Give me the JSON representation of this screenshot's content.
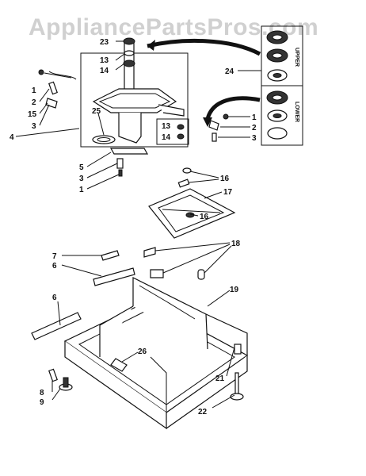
{
  "watermark": "AppliancePartsPros.com",
  "inset": {
    "upper_label": "UPPER",
    "lower_label": "LOWER"
  },
  "callouts": {
    "c23": "23",
    "c13a": "13",
    "c14a": "14",
    "c1a": "1",
    "c2a": "2",
    "c15": "15",
    "c3a": "3",
    "c4": "4",
    "c25": "25",
    "c5": "5",
    "c3b": "3",
    "c1b": "1",
    "c24": "24",
    "c1c": "1",
    "c2b": "2",
    "c3c": "3",
    "c13b": "13",
    "c14b": "14",
    "c16a": "16",
    "c17": "17",
    "c16b": "16",
    "c18": "18",
    "c7": "7",
    "c6a": "6",
    "c6b": "6",
    "c19": "19",
    "c26": "26",
    "c8": "8",
    "c9": "9",
    "c21": "21",
    "c22": "22"
  }
}
